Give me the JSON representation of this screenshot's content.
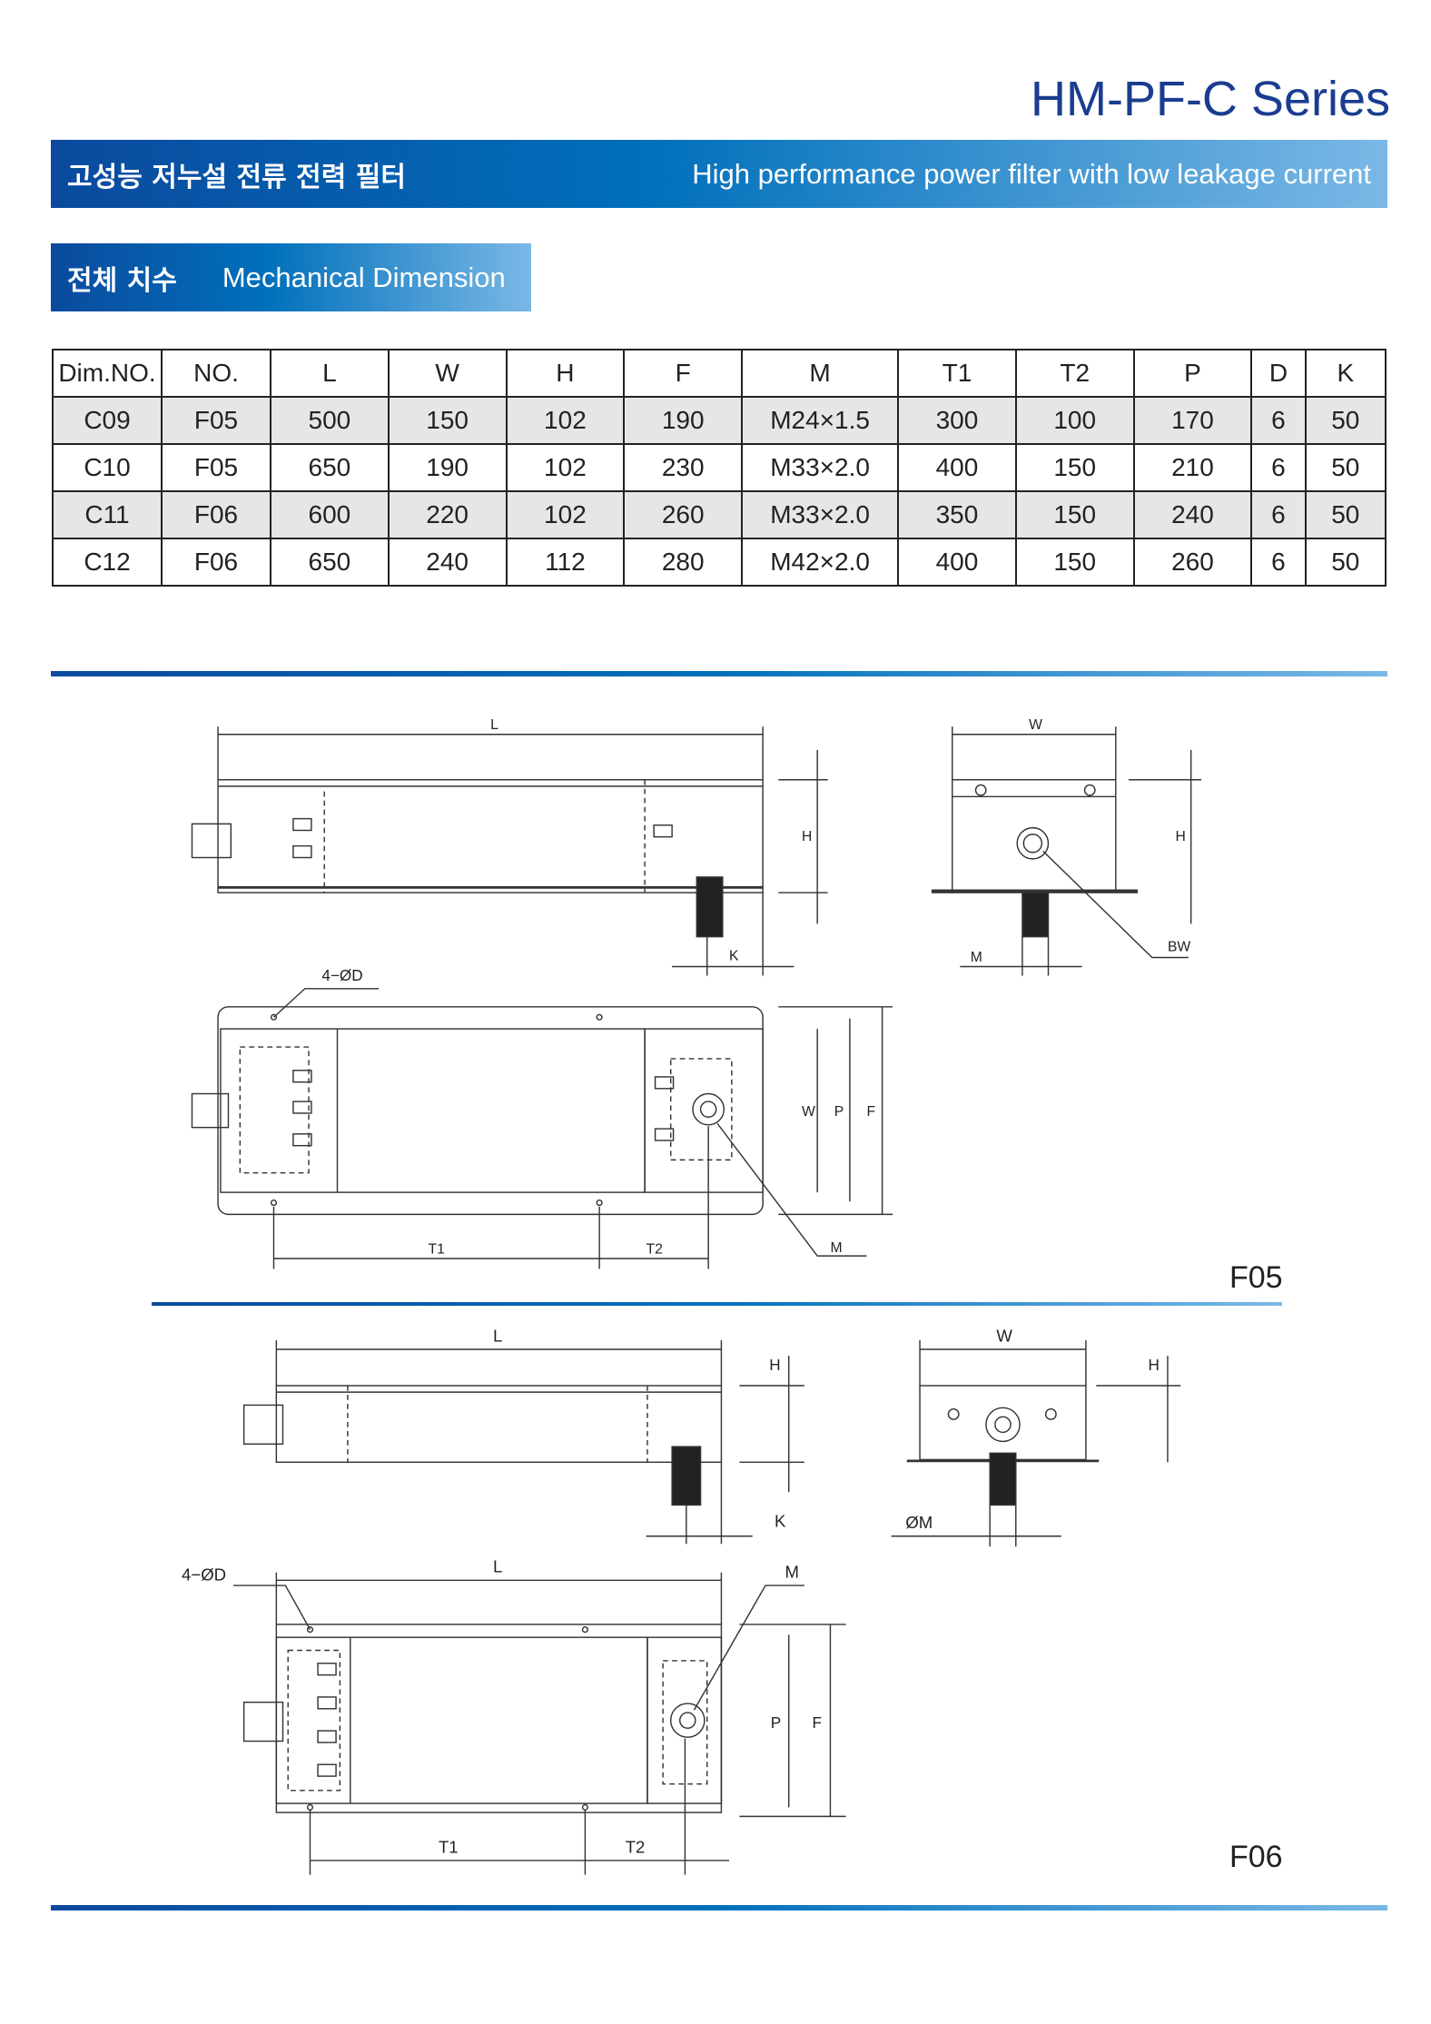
{
  "header": {
    "series": "HM-PF-C Series",
    "banner_ko": "고성능 저누설 전류 전력 필터",
    "banner_en": "High performance power filter with low leakage current"
  },
  "section": {
    "ko": "전체 치수",
    "en": "Mechanical Dimension"
  },
  "table": {
    "headers": [
      "Dim.NO.",
      "NO.",
      "L",
      "W",
      "H",
      "F",
      "M",
      "T1",
      "T2",
      "P",
      "D",
      "K"
    ],
    "rows": [
      [
        "C09",
        "F05",
        "500",
        "150",
        "102",
        "190",
        "M24×1.5",
        "300",
        "100",
        "170",
        "6",
        "50"
      ],
      [
        "C10",
        "F05",
        "650",
        "190",
        "102",
        "230",
        "M33×2.0",
        "400",
        "150",
        "210",
        "6",
        "50"
      ],
      [
        "C11",
        "F06",
        "600",
        "220",
        "102",
        "260",
        "M33×2.0",
        "350",
        "150",
        "240",
        "6",
        "50"
      ],
      [
        "C12",
        "F06",
        "650",
        "240",
        "112",
        "280",
        "M42×2.0",
        "400",
        "150",
        "260",
        "6",
        "50"
      ]
    ]
  },
  "drawings": {
    "f05": {
      "name": "F05",
      "L": "L",
      "W": "W",
      "H": "H",
      "K": "K",
      "M": "M",
      "BW": "BW",
      "D": "4−ØD",
      "P": "P",
      "F": "F",
      "T1": "T1",
      "T2": "T2"
    },
    "f06": {
      "name": "F06",
      "L": "L",
      "W": "W",
      "H": "H",
      "K": "K",
      "M": "M",
      "OM": "ØM",
      "D": "4−ØD",
      "P": "P",
      "F": "F",
      "T1": "T1",
      "T2": "T2"
    }
  }
}
